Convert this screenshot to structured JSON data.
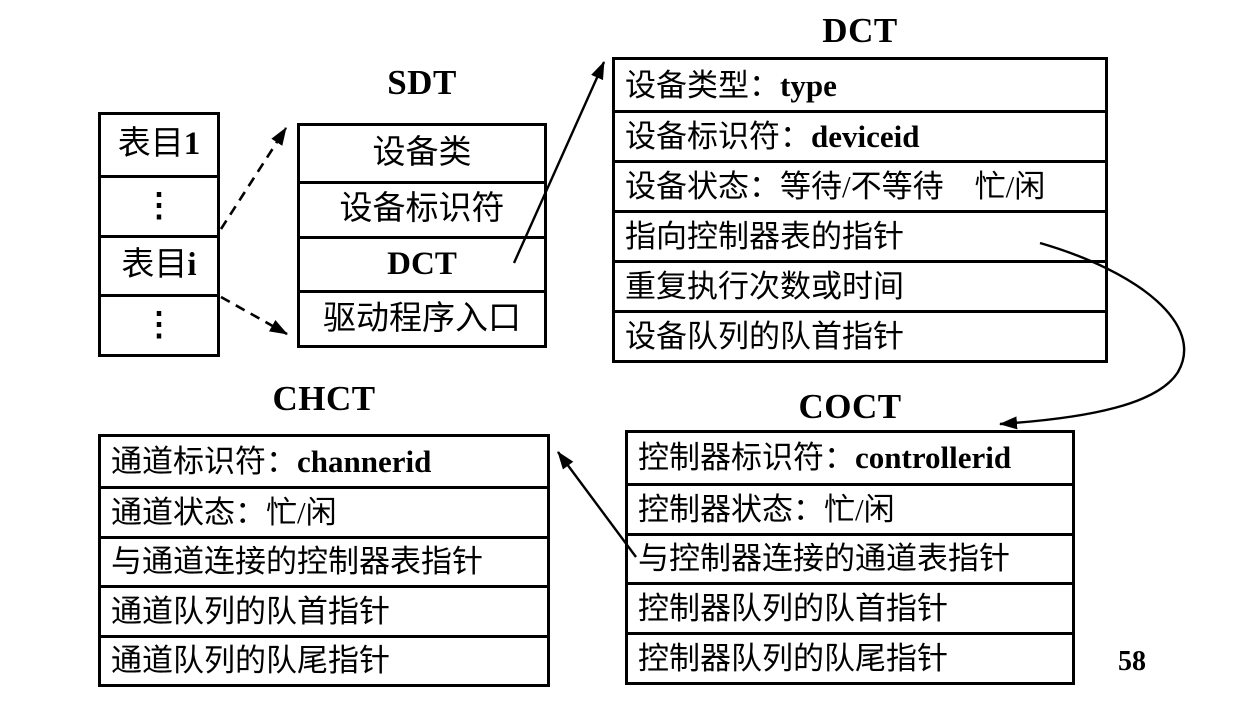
{
  "page": {
    "number": "58"
  },
  "entry_table": {
    "rows": [
      {
        "pre": "表目",
        "bold": "1"
      },
      {
        "pre": "",
        "bold": "⋮"
      },
      {
        "pre": "表目",
        "bold": "i"
      },
      {
        "pre": "",
        "bold": "⋮"
      }
    ]
  },
  "sdt": {
    "title": "SDT",
    "rows": [
      {
        "pre": "设备类",
        "bold": ""
      },
      {
        "pre": "设备标识符",
        "bold": ""
      },
      {
        "pre": "",
        "bold": "DCT"
      },
      {
        "pre": "驱动程序入口",
        "bold": ""
      }
    ]
  },
  "dct": {
    "title": "DCT",
    "rows": [
      {
        "pre": "设备类型：",
        "bold": "type"
      },
      {
        "pre": "设备标识符：",
        "bold": "deviceid"
      },
      {
        "pre": "设备状态：等待/不等待　忙/闲",
        "bold": ""
      },
      {
        "pre": "指向控制器表的指针",
        "bold": ""
      },
      {
        "pre": "重复执行次数或时间",
        "bold": ""
      },
      {
        "pre": "设备队列的队首指针",
        "bold": ""
      }
    ]
  },
  "chct": {
    "title": "CHCT",
    "rows": [
      {
        "pre": "通道标识符：",
        "bold": "channerid"
      },
      {
        "pre": "通道状态：忙/闲",
        "bold": ""
      },
      {
        "pre": "与通道连接的控制器表指针",
        "bold": ""
      },
      {
        "pre": "通道队列的队首指针",
        "bold": ""
      },
      {
        "pre": "通道队列的队尾指针",
        "bold": ""
      }
    ]
  },
  "coct": {
    "title": "COCT",
    "rows": [
      {
        "pre": "控制器标识符：",
        "bold": "controllerid"
      },
      {
        "pre": "控制器状态：忙/闲",
        "bold": ""
      },
      {
        "pre": "与控制器连接的通道表指针",
        "bold": ""
      },
      {
        "pre": "控制器队列的队首指针",
        "bold": ""
      },
      {
        "pre": "控制器队列的队尾指针",
        "bold": ""
      }
    ]
  }
}
